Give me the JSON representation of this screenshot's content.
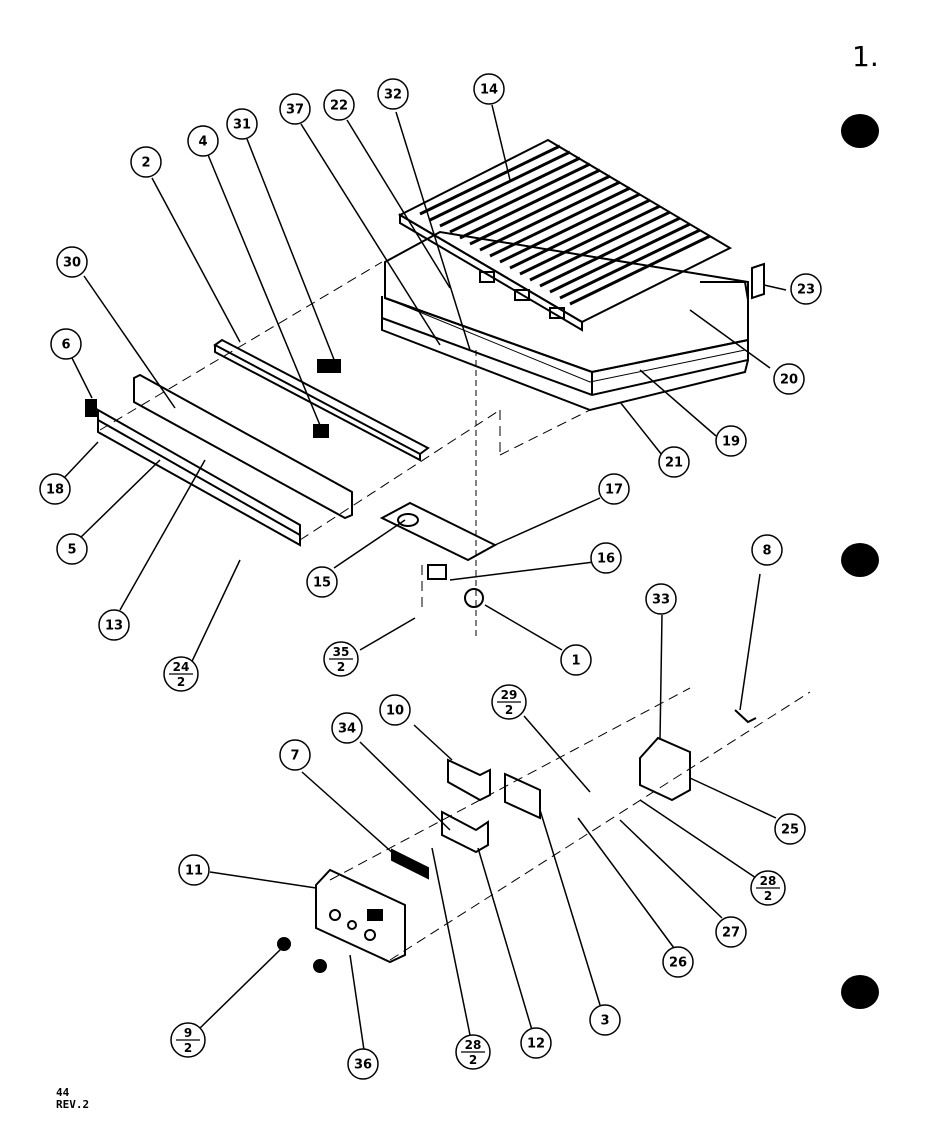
{
  "page_mark": "1.",
  "footer": {
    "page_number": "44",
    "revision": "REV.2"
  },
  "callouts": [
    "2",
    "4",
    "31",
    "37",
    "22",
    "32",
    "14",
    "30",
    "6",
    "18",
    "5",
    "13",
    "23",
    "20",
    "19",
    "21",
    "17",
    "16",
    "15",
    "1",
    "8",
    "33",
    "10",
    "34",
    "7",
    "11",
    "25",
    "27",
    "26",
    "3",
    "12",
    "36"
  ],
  "fraction_callouts": [
    {
      "num": "24",
      "den": "2"
    },
    {
      "num": "35",
      "den": "2"
    },
    {
      "num": "29",
      "den": "2"
    },
    {
      "num": "28",
      "den": "2"
    },
    {
      "num": "9",
      "den": "2"
    },
    {
      "num": "28",
      "den": "2"
    }
  ],
  "colors": {
    "ink": "#000000",
    "paper": "#ffffff"
  }
}
